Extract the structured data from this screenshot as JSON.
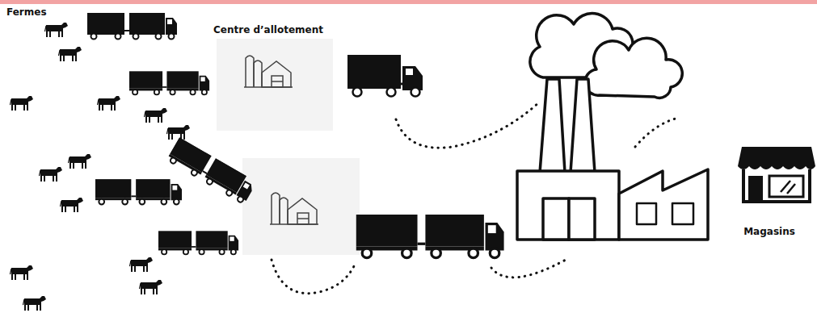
{
  "diagram": {
    "nodes": [
      {
        "text": [
          "Centre d’allotement"
        ]
      },
      {
        "text": [
          "Magasins"
        ]
      }
    ],
    "labels": [
      "Fermes"
    ]
  }
}
